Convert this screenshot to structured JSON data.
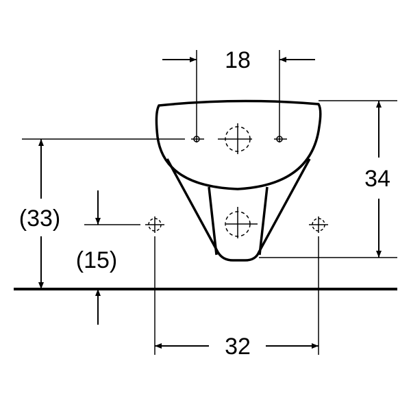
{
  "dimensions": {
    "bracket_spacing": "18",
    "fixture_height": "34",
    "mount_height": "(33)",
    "outlet_height": "(15)",
    "bolt_spacing": "32"
  },
  "colors": {
    "line": "#000000",
    "background": "#ffffff"
  }
}
